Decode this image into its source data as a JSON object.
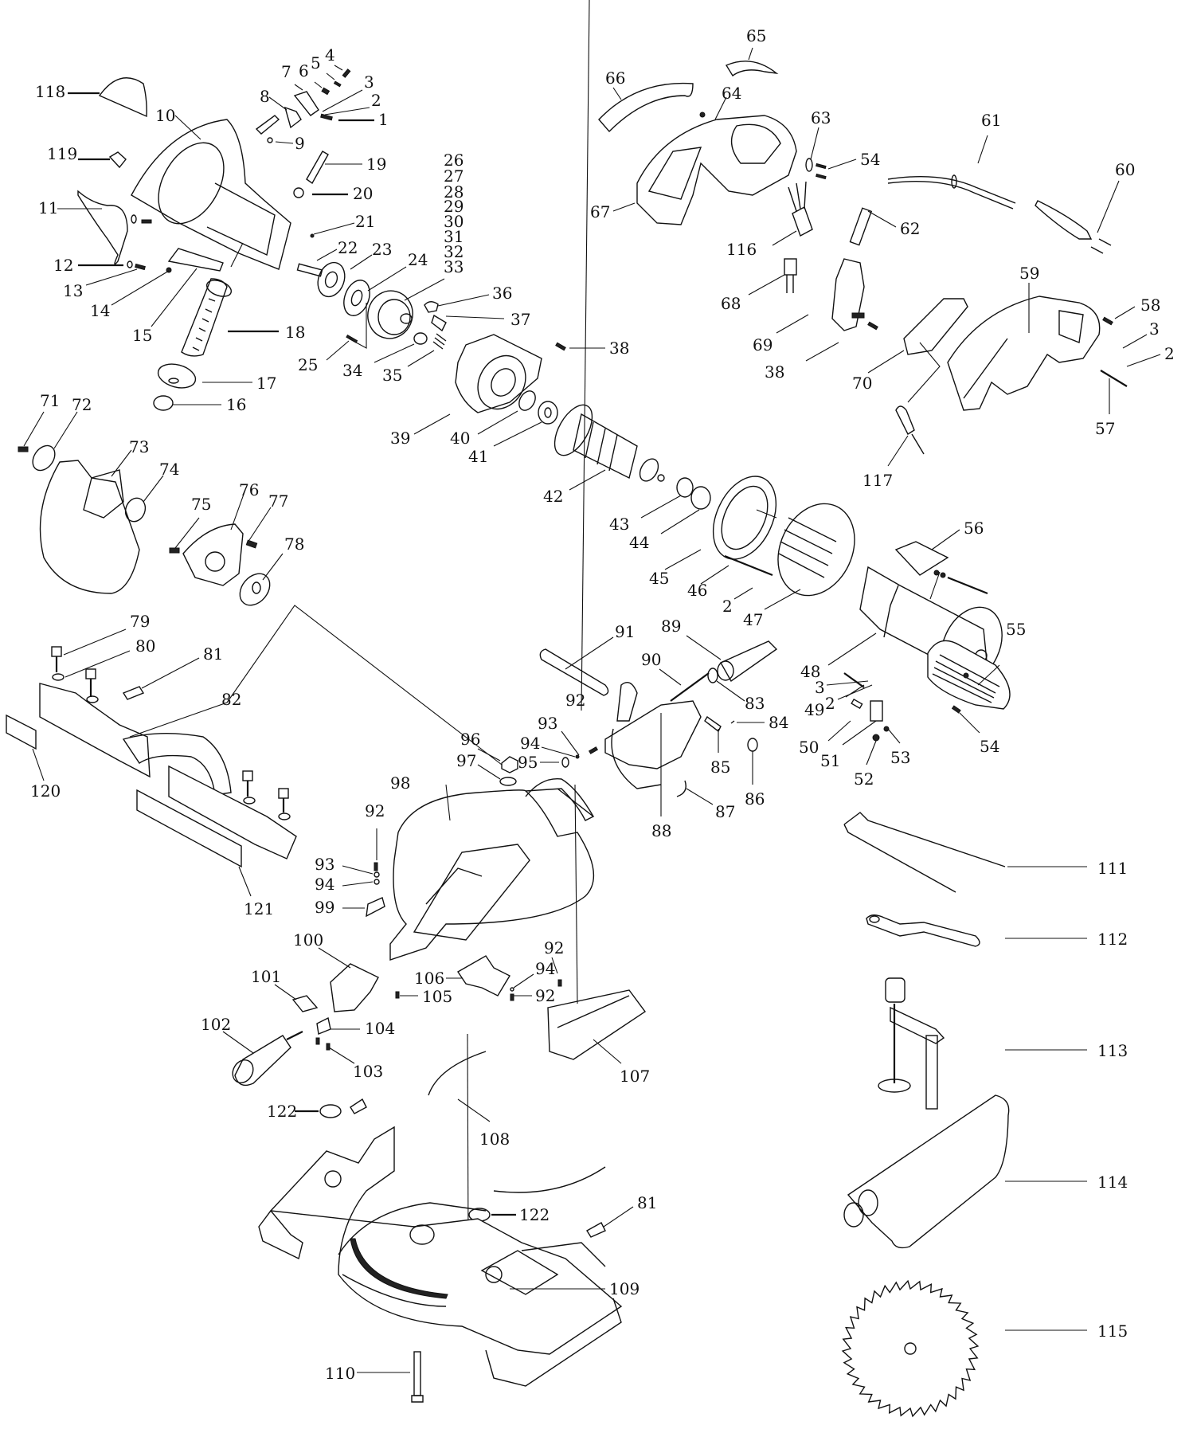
{
  "diagram": {
    "type": "exploded-parts-diagram",
    "subject": "compound miter saw",
    "line_color": "#111111",
    "background": "#ffffff"
  },
  "labels": {
    "p1": "1",
    "p2": "2",
    "p3": "3",
    "p4": "4",
    "p5": "5",
    "p6": "6",
    "p7": "7",
    "p8": "8",
    "p9": "9",
    "p10": "10",
    "p11": "11",
    "p12": "12",
    "p13": "13",
    "p14": "14",
    "p15": "15",
    "p16": "16",
    "p17": "17",
    "p18": "18",
    "p19": "19",
    "p20": "20",
    "p21": "21",
    "p22": "22",
    "p23": "23",
    "p24": "24",
    "p25": "25",
    "p26": "26",
    "p27": "27",
    "p28": "28",
    "p29": "29",
    "p30": "30",
    "p31": "31",
    "p32": "32",
    "p33": "33",
    "p34": "34",
    "p35": "35",
    "p36": "36",
    "p37": "37",
    "p38": "38",
    "p39": "39",
    "p40": "40",
    "p41": "41",
    "p42": "42",
    "p43": "43",
    "p44": "44",
    "p45": "45",
    "p46": "46",
    "p47": "47",
    "p48": "48",
    "p49": "49",
    "p50": "50",
    "p51": "51",
    "p52": "52",
    "p53": "53",
    "p54": "54",
    "p55": "55",
    "p56": "56",
    "p57": "57",
    "p58": "58",
    "p59": "59",
    "p60": "60",
    "p61": "61",
    "p62": "62",
    "p63": "63",
    "p64": "64",
    "p65": "65",
    "p66": "66",
    "p67": "67",
    "p68": "68",
    "p69": "69",
    "p70": "70",
    "p71": "71",
    "p72": "72",
    "p73": "73",
    "p74": "74",
    "p75": "75",
    "p76": "76",
    "p77": "77",
    "p78": "78",
    "p79": "79",
    "p80": "80",
    "p81": "81",
    "p82": "82",
    "p83": "83",
    "p84": "84",
    "p85": "85",
    "p86": "86",
    "p87": "87",
    "p88": "88",
    "p89": "89",
    "p90": "90",
    "p91": "91",
    "p92": "92",
    "p93": "93",
    "p94": "94",
    "p95": "95",
    "p96": "96",
    "p97": "97",
    "p98": "98",
    "p99": "99",
    "p100": "100",
    "p101": "101",
    "p102": "102",
    "p103": "103",
    "p104": "104",
    "p105": "105",
    "p106": "106",
    "p107": "107",
    "p108": "108",
    "p109": "109",
    "p110": "110",
    "p111": "111",
    "p112": "112",
    "p113": "113",
    "p114": "114",
    "p115": "115",
    "p116": "116",
    "p117": "117",
    "p118": "118",
    "p119": "119",
    "p120": "120",
    "p121": "121",
    "p122": "122"
  },
  "repeated_callouts": [
    "2",
    "3",
    "38",
    "54",
    "81",
    "92",
    "93",
    "94",
    "122"
  ],
  "stacked_label_group": [
    "26",
    "27",
    "28",
    "29",
    "30",
    "31",
    "32",
    "33"
  ]
}
